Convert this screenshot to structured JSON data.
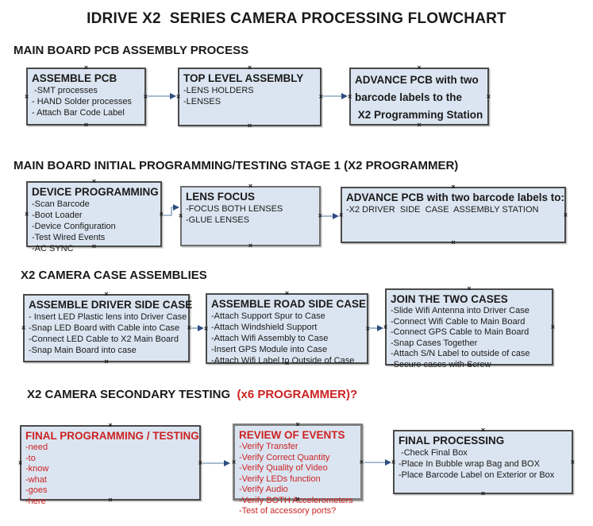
{
  "title": "IDRIVE X2  SERIES CAMERA PROCESSING FLOWCHART",
  "colors": {
    "box_fill": "#dbe5f1",
    "box_border": "#4a4a4a",
    "red_text": "#cc2222",
    "connector_line": "#8ba6c4",
    "connector_arrowhead": "#2e4f80"
  },
  "icons": {
    "connection_point": "×",
    "arrowhead": "▶"
  },
  "sections": [
    {
      "heading": "MAIN BOARD PCB ASSEMBLY PROCESS",
      "boxes": [
        {
          "title": "ASSEMBLE PCB",
          "items": [
            " -SMT processes",
            "- HAND Solder processes",
            "- Attach Bar Code Label"
          ]
        },
        {
          "title": "TOP LEVEL ASSEMBLY",
          "items": [
            "-LENS HOLDERS",
            "-LENSES"
          ]
        },
        {
          "title": "",
          "items": [
            "ADVANCE PCB with two",
            "barcode labels to the",
            " X2 Programming Station"
          ]
        }
      ]
    },
    {
      "heading": "MAIN BOARD INITIAL PROGRAMMING/TESTING STAGE 1 (X2 PROGRAMMER)",
      "boxes": [
        {
          "title": "DEVICE PROGRAMMING",
          "items": [
            "-Scan Barcode",
            "-Boot Loader",
            "-Device Configuration",
            "-Test Wired Events",
            "-AC SYNC"
          ]
        },
        {
          "title": "LENS FOCUS",
          "items": [
            "-FOCUS BOTH LENSES",
            "-GLUE LENSES"
          ]
        },
        {
          "title": "ADVANCE PCB with two barcode labels to:",
          "items": [
            "-X2 DRIVER  SIDE  CASE  ASSEMBLY STATION"
          ]
        }
      ]
    },
    {
      "heading": "X2 CAMERA CASE ASSEMBLIES",
      "boxes": [
        {
          "title": "ASSEMBLE DRIVER SIDE CASE",
          "items": [
            "- Insert LED Plastic lens into Driver Case",
            "-Snap LED Board with Cable into Case",
            "-Connect LED Cable to X2 Main Board",
            "-Snap Main Board into case"
          ]
        },
        {
          "title": "ASSEMBLE ROAD SIDE CASE",
          "items": [
            "-Attach Support Spur to Case",
            "-Attach Windshield Support",
            "-Attach Wifi Assembly to Case",
            "-Insert GPS Module into Case",
            "-Attach Wifi Label to Outside of Case"
          ]
        },
        {
          "title": "JOIN THE TWO CASES",
          "items": [
            "-Slide Wifi Antenna into Driver Case",
            "-Connect Wifi Cable to Main Board",
            "-Connect GPS Cable to Main Board",
            "-Snap Cases Together",
            "-Attach S/N Label to outside of case",
            "-Secure cases with Screw"
          ]
        }
      ]
    },
    {
      "heading": "X2 CAMERA SECONDARY TESTING ",
      "heading_red": " (x6 PROGRAMMER)?",
      "boxes": [
        {
          "title": "FINAL PROGRAMMING / TESTING",
          "items": [
            "-need",
            "-to",
            "-know",
            "-what",
            "-goes",
            "-here"
          ]
        },
        {
          "title": "REVIEW OF EVENTS",
          "items": [
            "-Verify Transfer",
            "-Verify Correct Quantity",
            "-Verify Quality of Video",
            "-Verify LEDs function",
            "-Verify Audio",
            "-Verify BOTH Accelerometers",
            "-Test of accessory ports?"
          ]
        },
        {
          "title": "FINAL PROCESSING",
          "items": [
            " -Check Final Box",
            "-Place In Bubble wrap Bag and BOX",
            "-Place Barcode Label on Exterior or Box"
          ]
        }
      ]
    }
  ]
}
